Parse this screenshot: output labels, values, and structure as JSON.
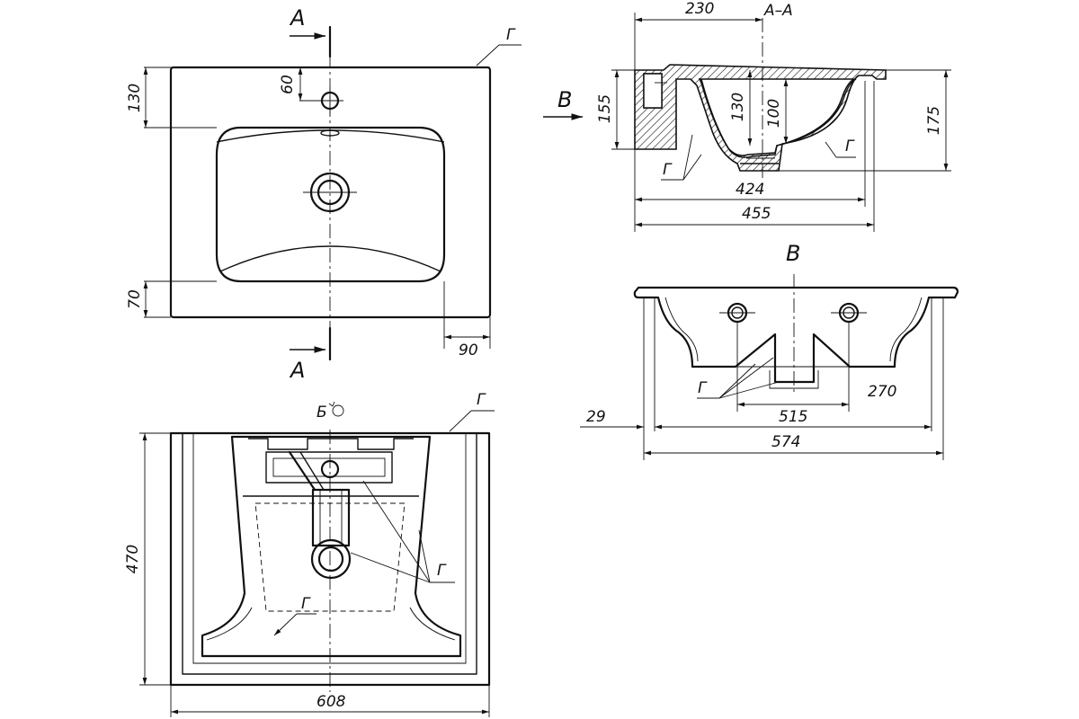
{
  "views": {
    "top": {
      "dims": {
        "d130": "130",
        "d60": "60",
        "d70": "70",
        "d90": "90"
      },
      "section_marker": "A",
      "surface_label": "Г"
    },
    "section": {
      "title": "A–A",
      "dims": {
        "d230": "230",
        "d155": "155",
        "d130": "130",
        "d100": "100",
        "d175": "175",
        "d424": "424",
        "d455": "455"
      },
      "view_marker": "B",
      "surface_label": "Г"
    },
    "view_b": {
      "title": "B",
      "dims": {
        "d29": "29",
        "d270": "270",
        "d515": "515",
        "d574": "574"
      },
      "surface_label": "Г"
    },
    "bottom": {
      "title": "Б",
      "dims": {
        "d470": "470",
        "d608": "608"
      },
      "surface_label": "Г"
    }
  }
}
